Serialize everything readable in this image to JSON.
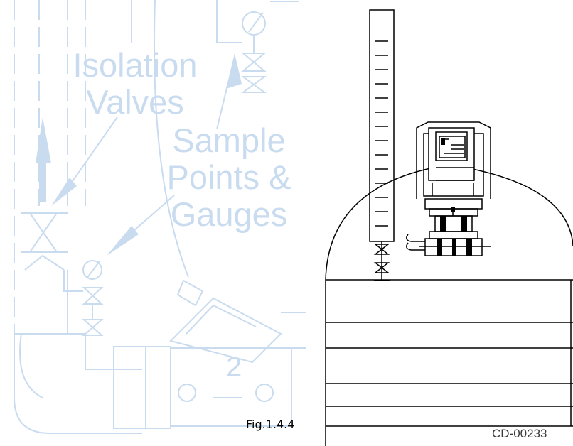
{
  "background_labels": {
    "isolation_valves": [
      "Isolation",
      "Valves"
    ],
    "sample_points": [
      "Sample",
      "Points &",
      "Gauges"
    ],
    "valve_number": "2"
  },
  "figure_caption": "Fig.1.4.4",
  "drawing_code": "CD-00233",
  "colors": {
    "background_drawing": "#c9dbef",
    "line_art": "#000000",
    "canvas": "#ffffff"
  }
}
